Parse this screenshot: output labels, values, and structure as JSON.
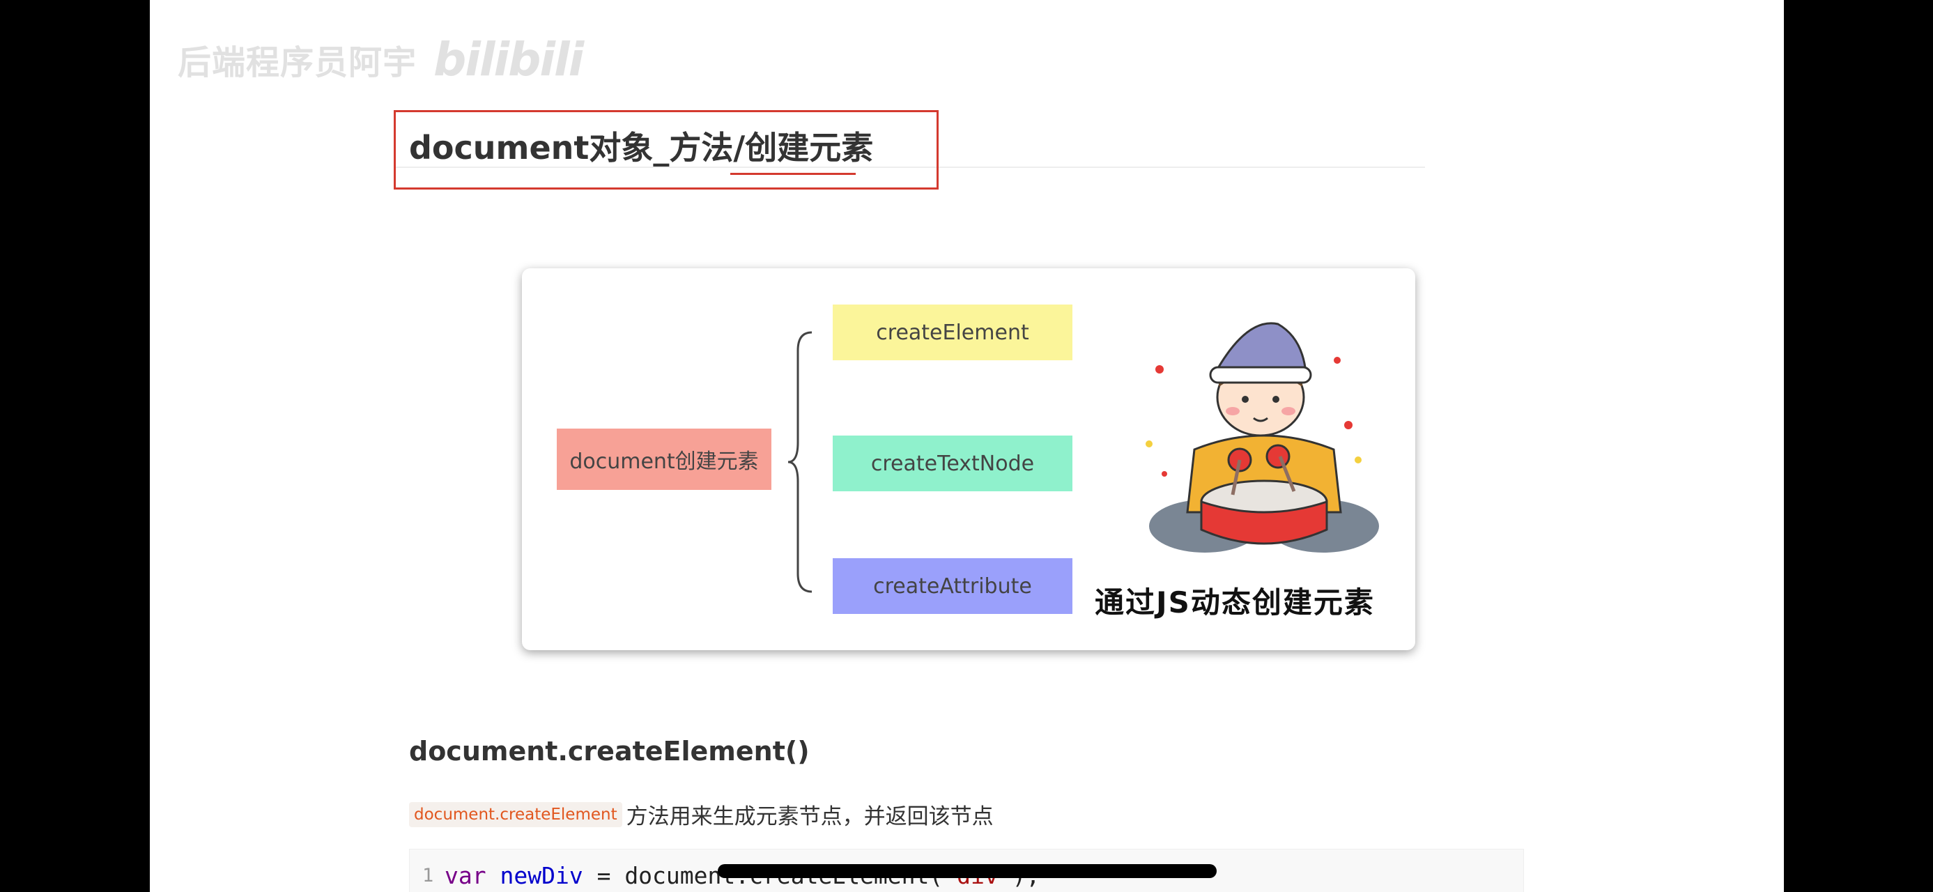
{
  "watermark": {
    "text": "后端程序员阿宇",
    "logo": "bilibili"
  },
  "title": "document对象_方法/创建元素",
  "diagram": {
    "root": "document创建元素",
    "children": [
      "createElement",
      "createTextNode",
      "createAttribute"
    ],
    "caption": "通过JS动态创建元素",
    "colors": {
      "root": "#f7a196",
      "createElement": "#fbf59a",
      "createTextNode": "#8ff1cc",
      "createAttribute": "#9aa0fb"
    }
  },
  "section": {
    "heading": "document.createElement()",
    "inline_code": "document.createElement",
    "description": "方法用来生成元素节点，并返回该节点"
  },
  "code": {
    "line_number": "1",
    "keyword": "var",
    "var_name": "newDiv",
    "op": " = ",
    "call": "document.createElement(",
    "arg": "'div'",
    "end": ");"
  },
  "colors": {
    "accent": "#d43a2f",
    "inline_code": "#e1571f"
  }
}
